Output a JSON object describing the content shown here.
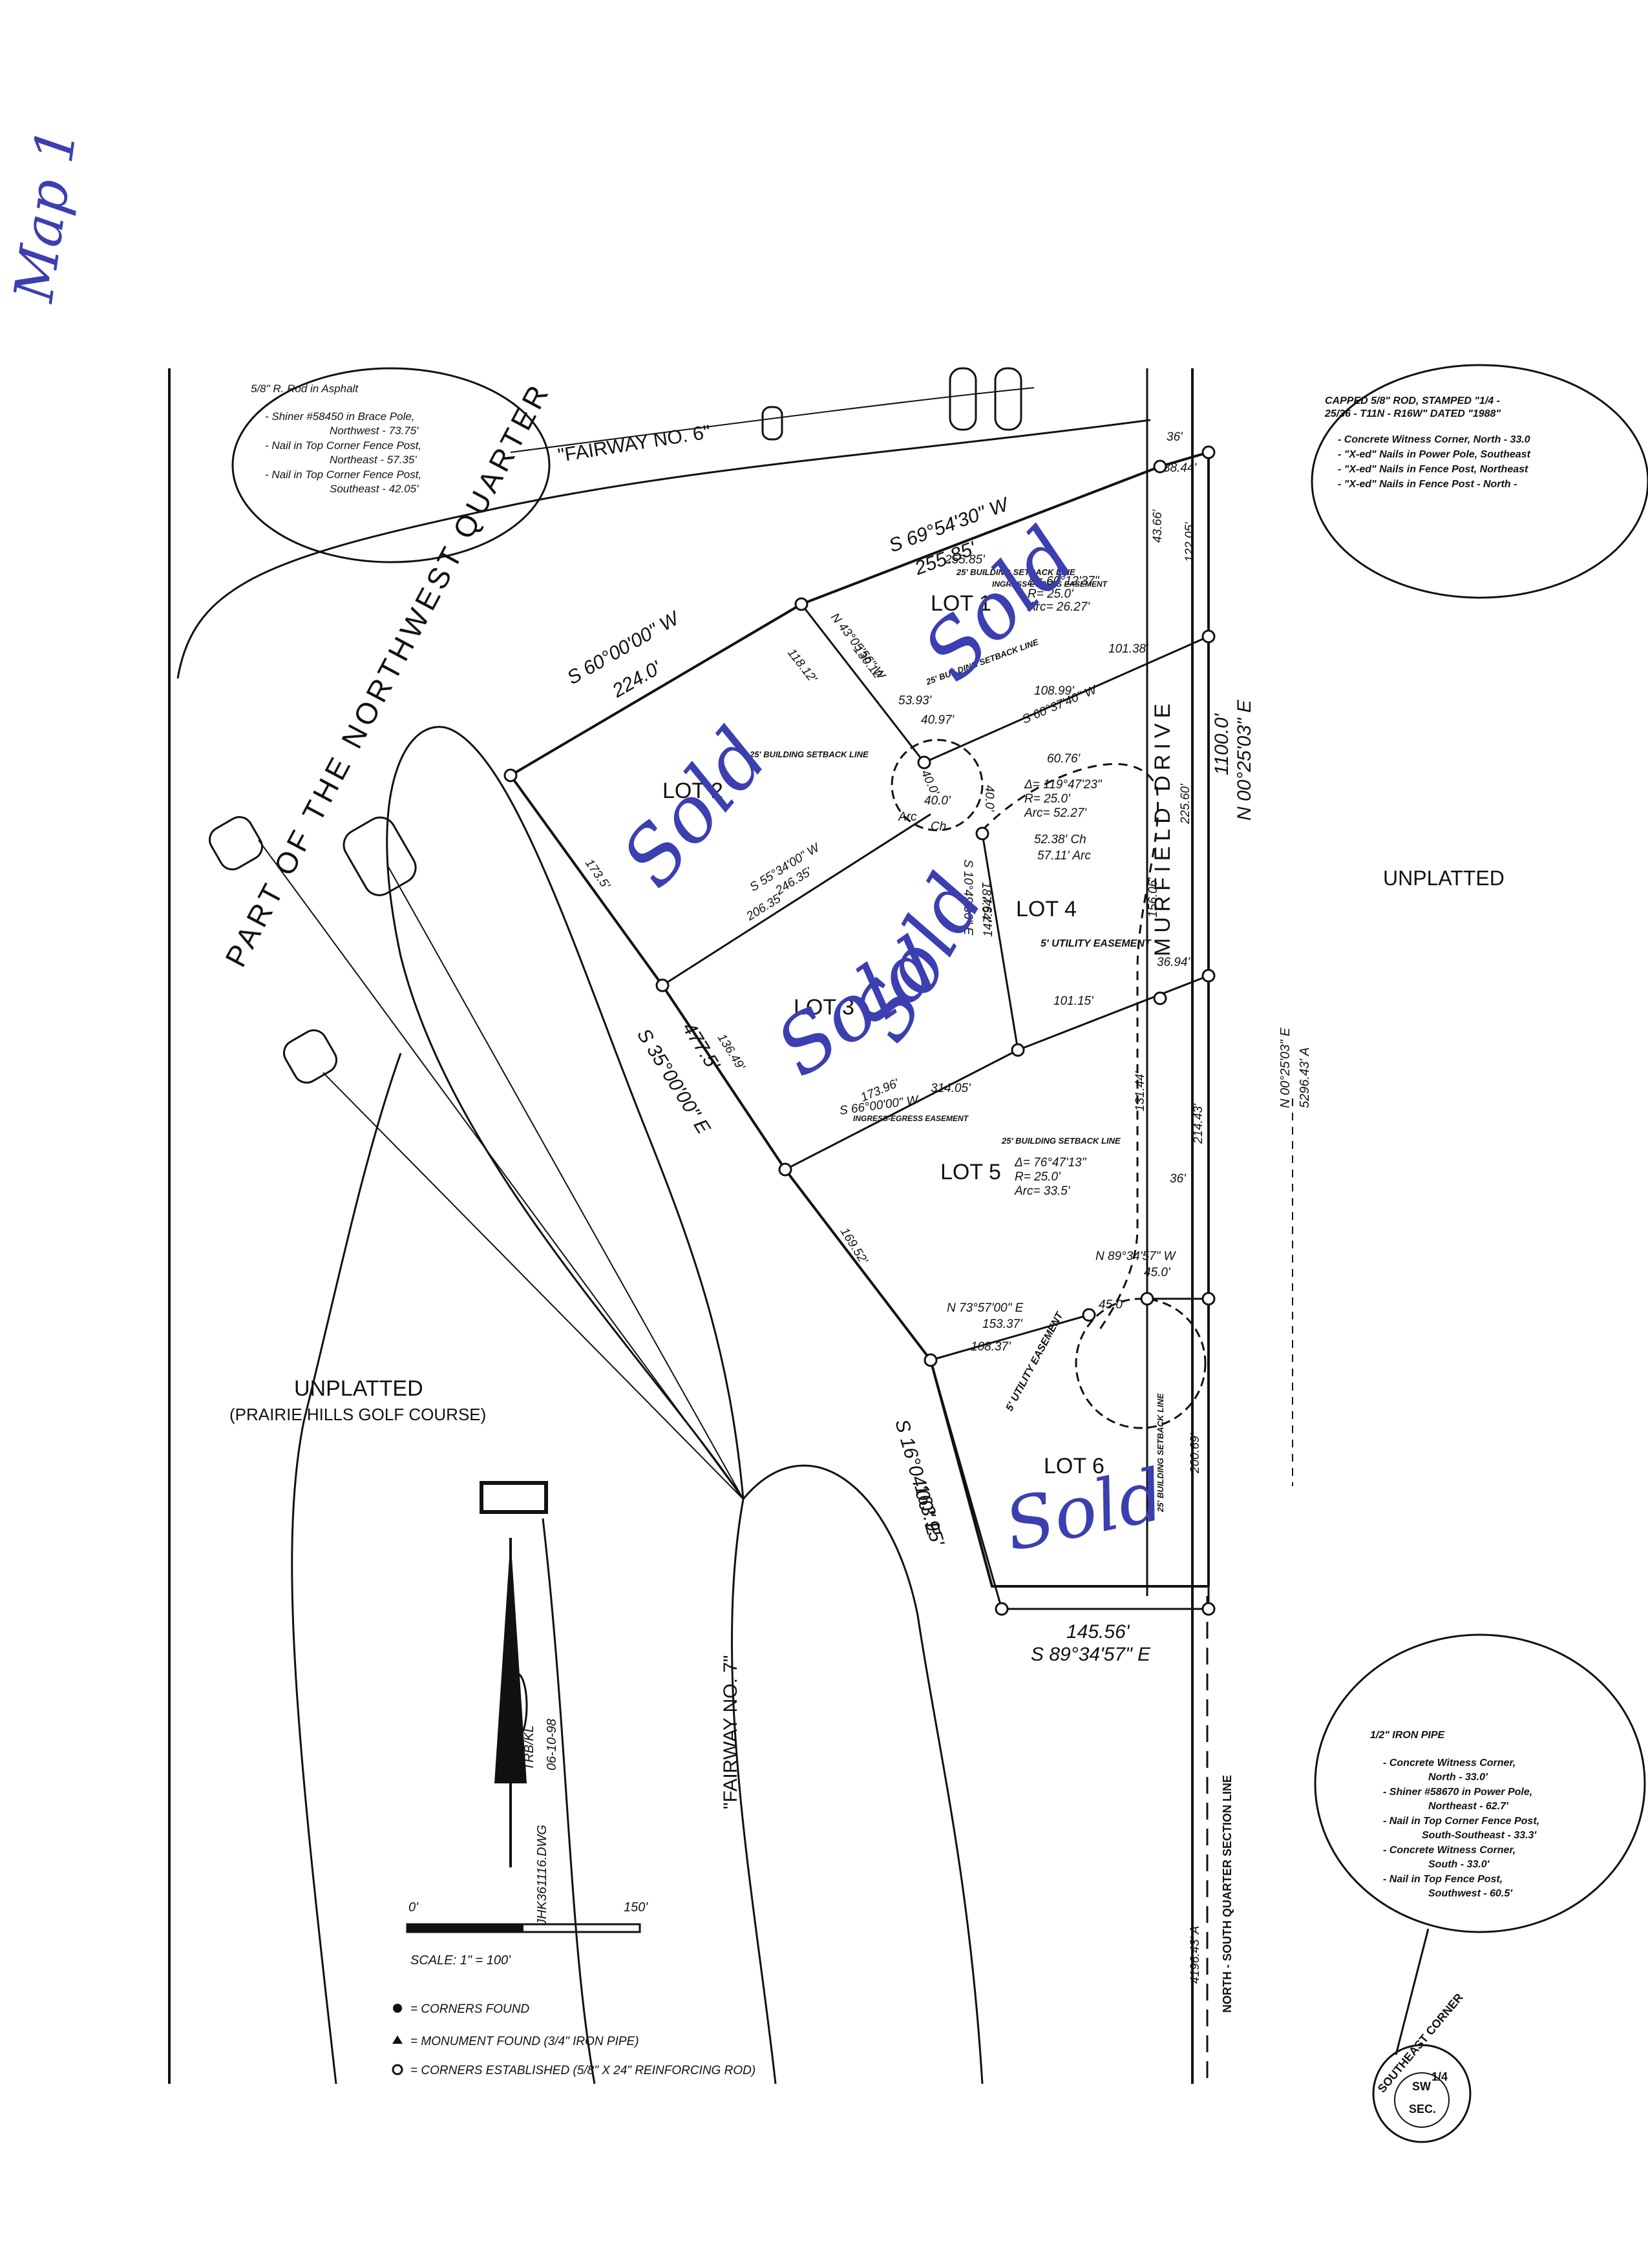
{
  "margin_note": "Map 1",
  "fairways": {
    "six": "\"FAIRWAY NO. 6\"",
    "seven": "\"FAIRWAY NO. 7\""
  },
  "quarter_label": "PART OF THE NORTHWEST QUARTER",
  "unplatted": {
    "east": "UNPLATTED",
    "west": "UNPLATTED",
    "west_sub": "(PRAIRIE HILLS GOLF COURSE)"
  },
  "street_label": "MURFIELD DRIVE",
  "bubbles": {
    "nw": {
      "title": "5/8\" R. Rod in Asphalt",
      "lines": [
        "- Shiner #58450 in Brace Pole,",
        "Northwest - 73.75'",
        "- Nail in Top Corner Fence Post,",
        "Northeast - 57.35'",
        "- Nail in Top Corner Fence Post,",
        "Southeast - 42.05'"
      ]
    },
    "ne": {
      "title": "CAPPED 5/8\" ROD, STAMPED \"1/4 -",
      "lines": [
        "25/36 - T11N - R16W\" DATED \"1988\"",
        "- Concrete Witness Corner, North - 33.0",
        "- \"X-ed\" Nails in Power Pole, Southeast",
        "- \"X-ed\" Nails in Fence Post, Northeast",
        "- \"X-ed\" Nails in Fence Post - North -"
      ]
    },
    "se": {
      "title": "1/2\" IRON PIPE",
      "lines": [
        "- Concrete Witness Corner,",
        "North - 33.0'",
        "- Shiner #58670 in Power Pole,",
        "Northeast - 62.7'",
        "- Nail in Top Corner Fence Post,",
        "South-Southeast - 33.3'",
        "- Concrete Witness Corner,",
        "South - 33.0'",
        "- Nail in Top Fence Post,",
        "Southwest - 60.5'"
      ]
    }
  },
  "lots": [
    "LOT 1",
    "LOT 2",
    "LOT 3",
    "LOT 4",
    "LOT 5",
    "LOT 6"
  ],
  "sold_marks": [
    "Sold",
    "Sold",
    "Sold",
    "Sold",
    "Sold"
  ],
  "bearings": {
    "b1": "S 69°54'30\" W",
    "b1_dist": "255.85'",
    "b2": "S 60°00'00\" W",
    "b2_dist": "224.0'",
    "b3": "S 35°00'00\" E",
    "b3_dist": "477.5'",
    "b4": "S 16°04'00\" E",
    "b4_dist": "163.95'",
    "b5_dist": "145.56'",
    "b5": "S 89°34'57\" E",
    "b6": "N 00°25'03\" E",
    "b6_dist": "1100.0'",
    "b7": "N 00°25'03\" E",
    "b7_dist": "5296.43' A"
  },
  "dims": {
    "d_38_44": "38.44'",
    "d_122_05": "122.05'",
    "d_43_66": "43.66'",
    "d_36a": "36'",
    "d_255_85": "255.85'",
    "d_118_12": "118.12'",
    "d_n43": "N 43°05'56\" W",
    "d_130_12": "130.12'",
    "d_53_93": "53.93'",
    "d_40_97": "40.97'",
    "d_108_99": "108.99'",
    "d_s60": "S 60°37'40\" W",
    "d_101_38": "101.38'",
    "d_60_76": "60.76'",
    "d_s55": "S 55°34'00\" W",
    "d_246_35": "246.35'",
    "d_206_35": "206.35'",
    "d_173_5": "173.5'",
    "d_40a": "40.0'",
    "d_40b": "40.0'",
    "d_40c": "40.0'",
    "d_225_60": "225.60'",
    "d_52_38": "52.38' Ch",
    "d_57_11": "57.11' Arc",
    "d_187_64": "187.64'",
    "d_147_94": "147.94'",
    "d_s10": "S 10°49'36\" E",
    "d_156_06": "156.06'",
    "d_36_94": "36.94'",
    "d_101_15": "101.15'",
    "d_314_05": "314.05'",
    "d_173_96": "173.96'",
    "d_s66": "S 66°00'00\" W",
    "d_136_49": "136.49'",
    "d_131_44": "131.44'",
    "d_214_43": "214.43'",
    "d_36b": "36'",
    "d_169_52": "169.52'",
    "d_n89": "N 89°34'57\" W",
    "d_45_0a": "45.0'",
    "d_45_0b": "45.0'",
    "d_n73": "N 73°57'00\" E",
    "d_153_37": "153.37'",
    "d_108_37": "108.37'",
    "d_200_69": "200.69'",
    "d_4196": "4196.43' A"
  },
  "curves": {
    "lot1": [
      "Δ= 60°12'37\"",
      "R= 25.0'",
      "Arc= 26.27'"
    ],
    "lot4": [
      "Δ= 119°47'23\"",
      "R= 25.0'",
      "Arc= 52.27'"
    ],
    "lot5": [
      "Δ= 76°47'13\"",
      "R= 25.0'",
      "Arc= 33.5'"
    ]
  },
  "notes": {
    "setback1": "25' BUILDING SETBACK LINE",
    "ingress1": "INGRESS-EGRESS EASEMENT",
    "setback2": "25' BUILDING SETBACK LINE",
    "setback3": "25' BUILDING SETBACK LINE",
    "utility4": "5' UTILITY EASEMENT",
    "ingress2": "INGRESS-EGRESS EASEMENT",
    "setback5": "25' BUILDING SETBACK LINE",
    "utility6": "5' UTILITY EASEMENT",
    "setback6": "25' BUILDING SETBACK LINE",
    "arc_small": "Arc",
    "ch_small": "Ch"
  },
  "section_line": "NORTH - SOUTH QUARTER SECTION LINE",
  "corner_label": "SOUTHEAST CORNER",
  "corner_inner": [
    "SW",
    "1/4",
    "SEC."
  ],
  "drawing_id": "JHK361116.DWG",
  "drawing_date": "06-10-98",
  "drawing_init": "TRB/KL",
  "scale": {
    "zero": "0'",
    "max": "150'",
    "text": "SCALE: 1\" = 100'"
  },
  "legend": [
    {
      "symbol": "dot",
      "text": "= CORNERS FOUND"
    },
    {
      "symbol": "triangle",
      "text": "= MONUMENT FOUND (3/4\" IRON PIPE)"
    },
    {
      "symbol": "circle",
      "text": "= CORNERS ESTABLISHED (5/8\" X 24\" REINFORCING ROD)"
    }
  ]
}
